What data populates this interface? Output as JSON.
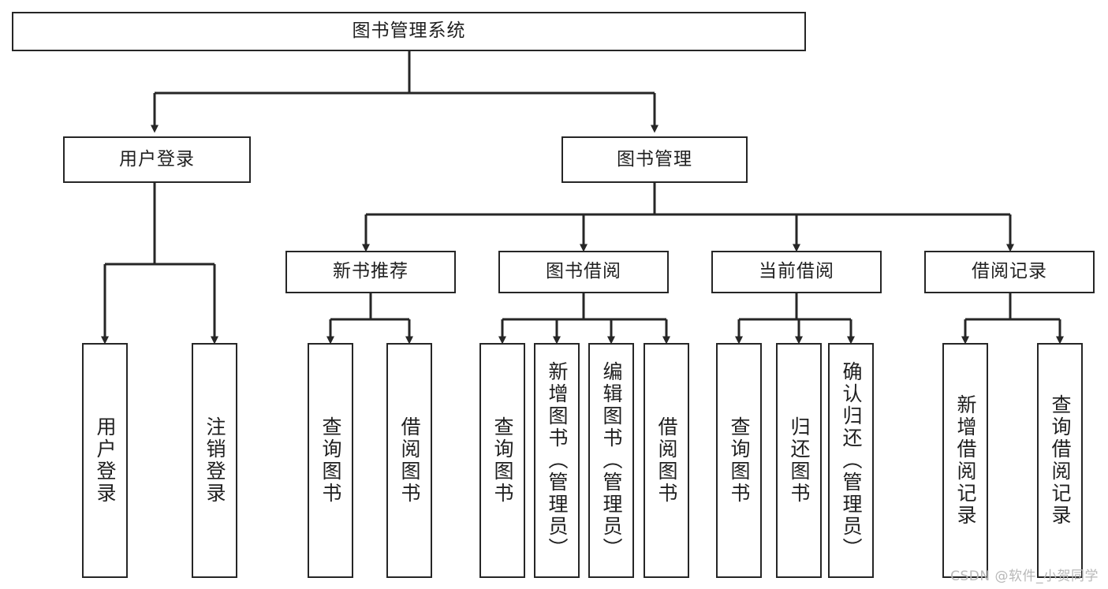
{
  "diagram": {
    "title_node": {
      "label": "图书管理系统"
    },
    "level1": [
      {
        "label": "用户登录"
      },
      {
        "label": "图书管理"
      }
    ],
    "level2": [
      {
        "label": "新书推荐"
      },
      {
        "label": "图书借阅"
      },
      {
        "label": "当前借阅"
      },
      {
        "label": "借阅记录"
      }
    ],
    "leaves": {
      "user_login": [
        {
          "label": "用户登录"
        },
        {
          "label": "注销登录"
        }
      ],
      "new_book_recommend": [
        {
          "label": "查询图书"
        },
        {
          "label": "借阅图书"
        }
      ],
      "book_borrow": [
        {
          "label": "查询图书"
        },
        {
          "label": "新增图书（管理员）"
        },
        {
          "label": "编辑图书（管理员）"
        },
        {
          "label": "借阅图书"
        }
      ],
      "current_borrow": [
        {
          "label": "查询图书"
        },
        {
          "label": "归还图书"
        },
        {
          "label": "确认归还（管理员）"
        }
      ],
      "borrow_record": [
        {
          "label": "新增借阅记录"
        },
        {
          "label": "查询借阅记录"
        }
      ]
    }
  },
  "watermark": {
    "text": "CSDN @软件_小贺同学"
  },
  "colors": {
    "stroke": "#262626",
    "background": "#ffffff",
    "text": "#1f1f1f",
    "watermark": "#b8b8b8"
  }
}
